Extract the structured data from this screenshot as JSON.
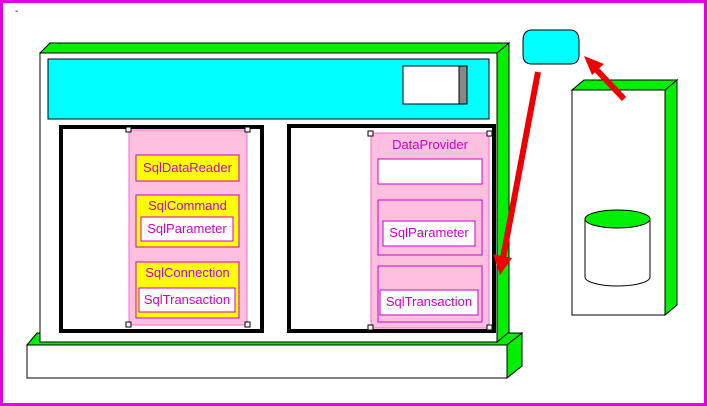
{
  "corner_mark": "-",
  "left_panel": {
    "reader_label": "SqlDataReader",
    "command_label": "SqlCommand",
    "command_param_label": "SqlParameter",
    "connection_label": "SqlConnection",
    "connection_tx_label": "SqlTransaction"
  },
  "right_panel": {
    "provider_label": "DataProvider",
    "param_label": "SqlParameter",
    "tx_label": "SqlTransaction"
  },
  "colors": {
    "border": "#e000e0",
    "green": "#00ee00",
    "cyan": "#00ffff",
    "pink": "#ffc0e0",
    "yellow": "#ffff00",
    "magenta_text": "#cc00cc",
    "arrow": "#ee0000"
  }
}
